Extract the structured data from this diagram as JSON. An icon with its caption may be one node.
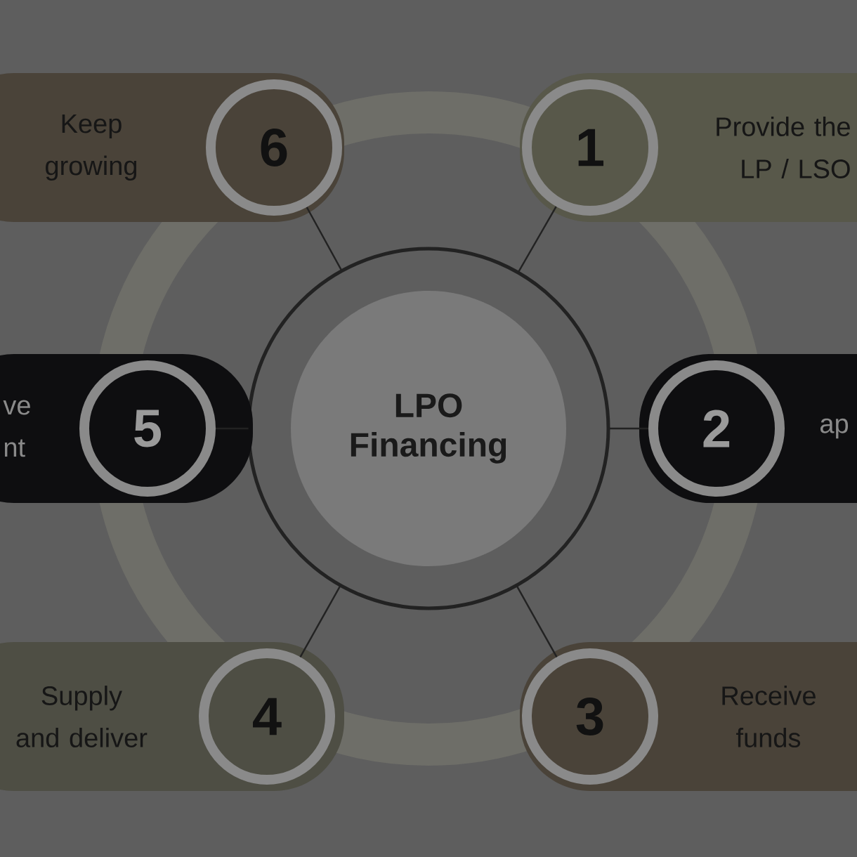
{
  "diagram": {
    "nodes": [
      {
        "text": [
          "LPO Financing"
        ]
      },
      {
        "text": [
          "Keep growing"
        ]
      },
      {
        "text": [
          "6"
        ],
        "in": 1
      },
      {
        "text": [
          "Provide the LP / LSO"
        ]
      },
      {
        "text": [
          "1"
        ],
        "in": 3
      },
      {
        "text": [
          "ve nt"
        ]
      },
      {
        "text": [
          "5"
        ],
        "in": 5
      },
      {
        "text": [
          "ap"
        ]
      },
      {
        "text": [
          "2"
        ],
        "in": 7
      },
      {
        "text": [
          "Supply and deliver"
        ]
      },
      {
        "text": [
          "4"
        ],
        "in": 9
      },
      {
        "text": [
          "Receive funds"
        ]
      },
      {
        "text": [
          "3"
        ],
        "in": 11
      }
    ],
    "edges": [
      {
        "from": 0,
        "to": 2,
        "arrow": "none"
      },
      {
        "from": 0,
        "to": 4,
        "arrow": "none"
      },
      {
        "from": 0,
        "to": 6,
        "arrow": "none"
      },
      {
        "from": 0,
        "to": 8,
        "arrow": "none"
      },
      {
        "from": 0,
        "to": 10,
        "arrow": "none"
      },
      {
        "from": 0,
        "to": 12,
        "arrow": "none"
      }
    ]
  }
}
